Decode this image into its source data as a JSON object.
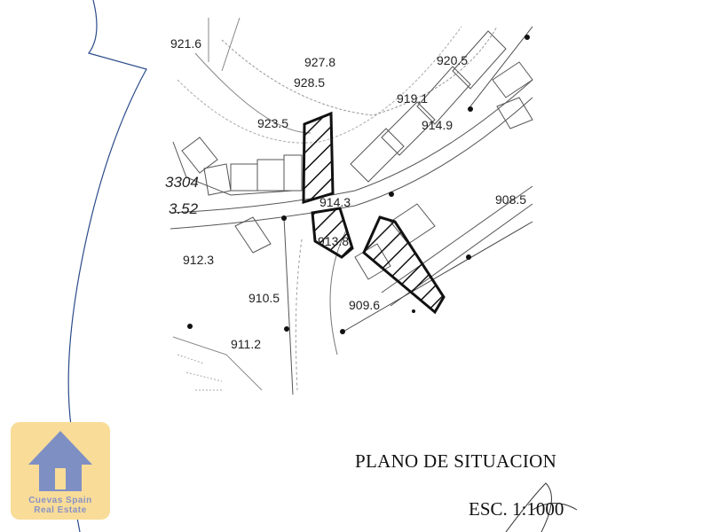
{
  "map": {
    "elevations": [
      "921.6",
      "927.8",
      "928.5",
      "920.5",
      "919.1",
      "923.5",
      "914.9",
      "914.3",
      "908.5",
      "913.8",
      "912.3",
      "910.5",
      "909.6",
      "911.2"
    ],
    "parcel_labels": [
      "3304",
      "3.52"
    ]
  },
  "title": "PLANO DE SITUACION",
  "scale": "ESC. 1:1000",
  "logo": {
    "line1": "Cuevas Spain",
    "line2": "Real Estate"
  },
  "colors": {
    "hatch": "#111111",
    "pen_line": "#2a4a8a",
    "logo_bg": "#f8dc98",
    "logo_house": "#7e8fc4"
  }
}
